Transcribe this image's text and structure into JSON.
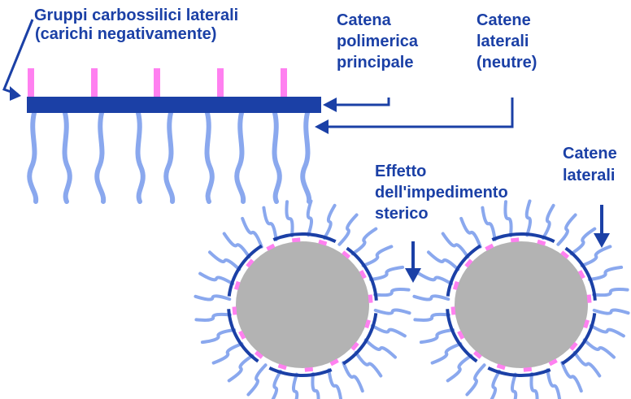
{
  "labels": {
    "carboxyl": [
      "Gruppi carbossilici laterali",
      "(carichi negativamente)"
    ],
    "main_chain": [
      "Catena",
      "polimerica",
      "principale"
    ],
    "side_chains_neutral": [
      "Catene",
      "laterali",
      "(neutre)"
    ],
    "steric": [
      "Effetto",
      "dell'impedimento",
      "sterico"
    ],
    "side_chains": [
      "Catene",
      "laterali"
    ]
  },
  "colors": {
    "text": "#1b40a6",
    "backbone": "#1b40a6",
    "carboxyl": "#ff80f0",
    "side_chain": "#8aa8ee",
    "particle": "#b3b3b3"
  }
}
